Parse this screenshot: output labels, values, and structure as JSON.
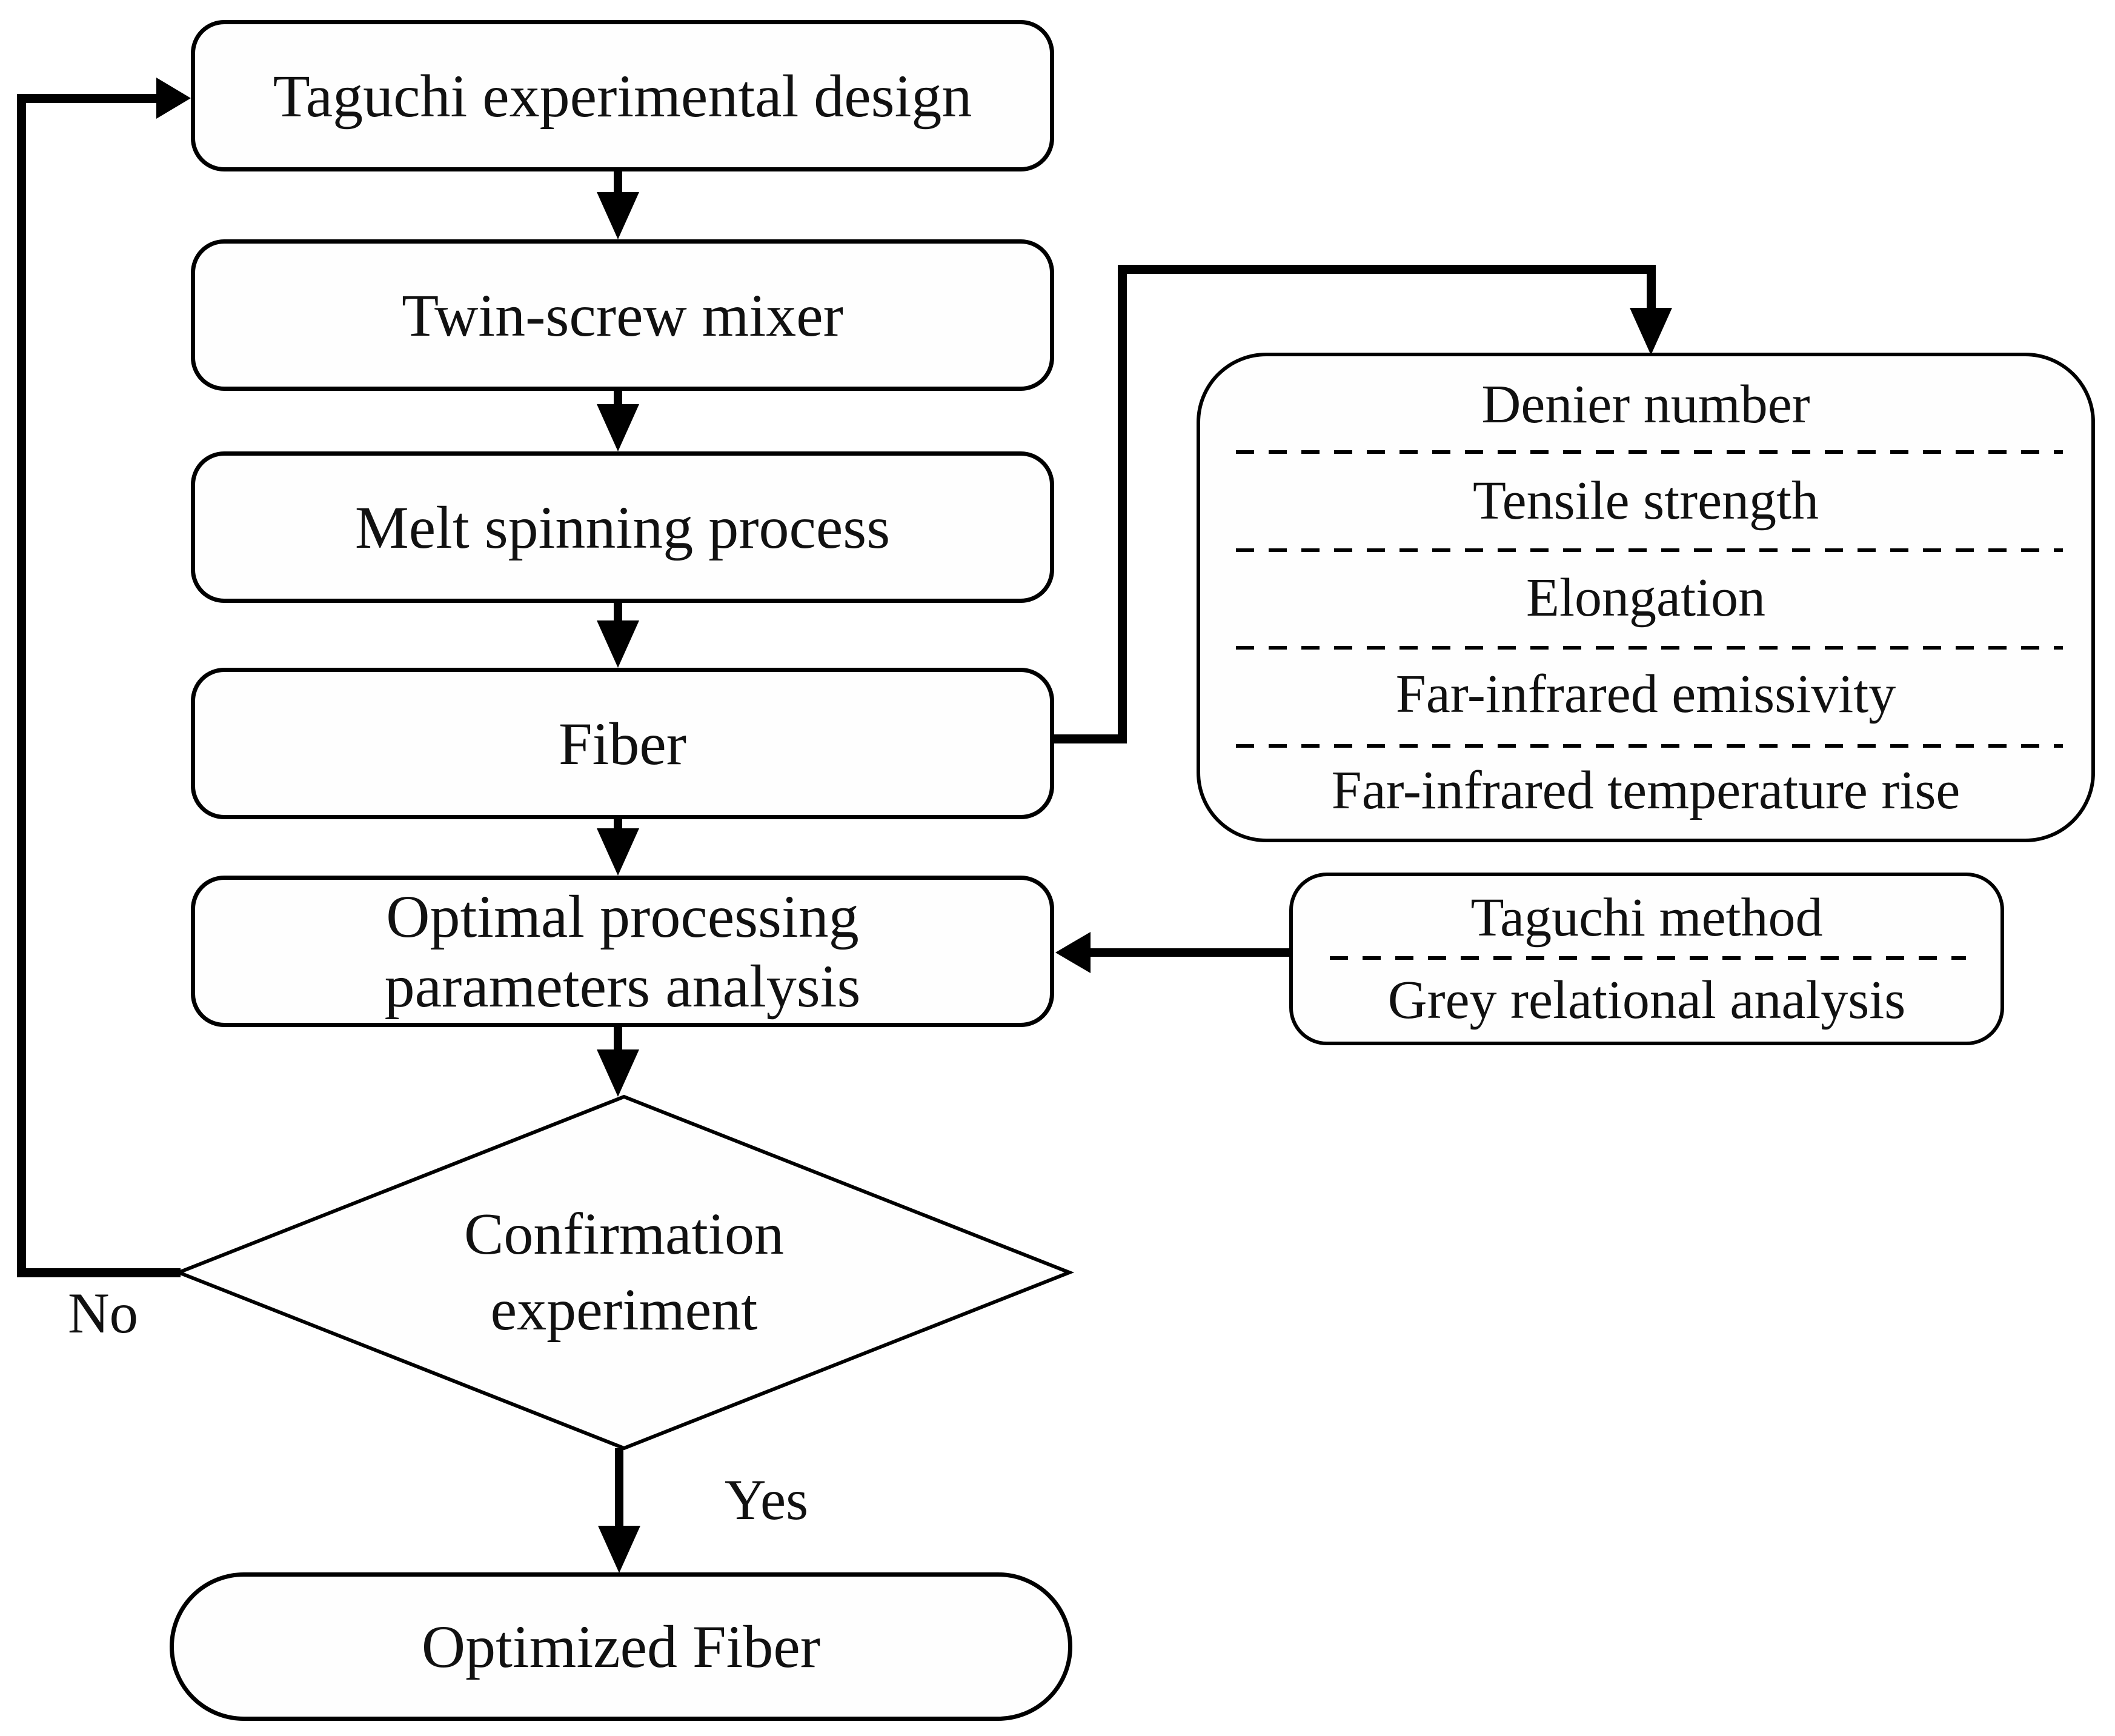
{
  "flow": {
    "steps": [
      {
        "label": "Taguchi experimental design"
      },
      {
        "label": "Twin-screw mixer"
      },
      {
        "label": "Melt spinning process"
      },
      {
        "label": "Fiber"
      },
      {
        "label": "Optimal processing\nparameters analysis"
      }
    ],
    "decision": {
      "label": "Confirmation\nexperiment",
      "no_label": "No",
      "yes_label": "Yes"
    },
    "terminal": {
      "label": "Optimized Fiber"
    }
  },
  "criteria": {
    "items": [
      "Denier number",
      "Tensile strength",
      "Elongation",
      "Far-infrared emissivity",
      "Far-infrared temperature rise"
    ]
  },
  "methods": {
    "items": [
      "Taguchi method",
      "Grey relational analysis"
    ]
  },
  "colors": {
    "line": "#000000",
    "background": "#ffffff",
    "text": "#111111"
  }
}
